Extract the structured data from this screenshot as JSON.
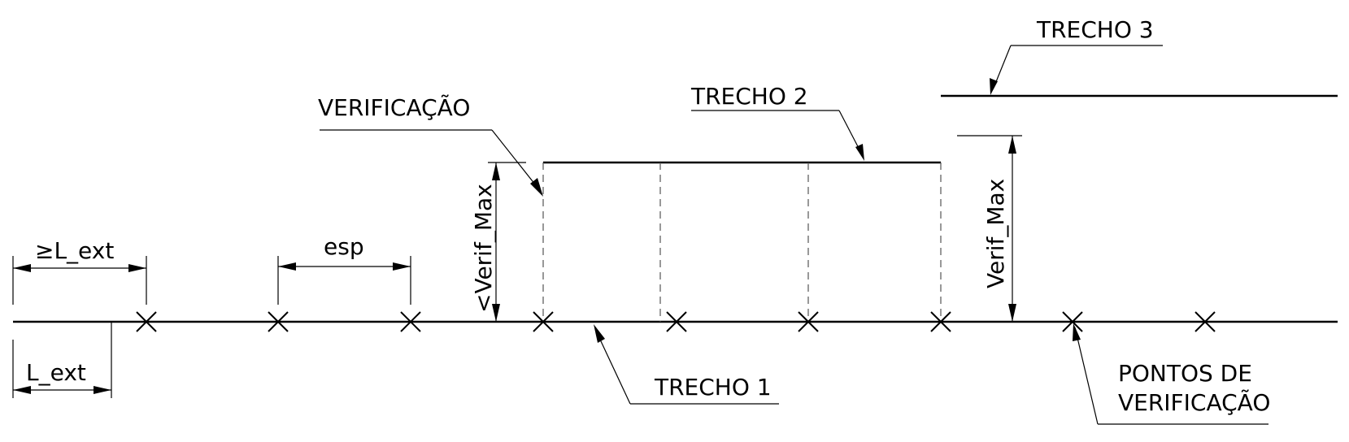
{
  "labels": {
    "trecho1": "TRECHO 1",
    "trecho2": "TRECHO 2",
    "trecho3": "TRECHO 3",
    "verificacao": "VERIFICAÇÃO",
    "pontos_line1": "PONTOS DE",
    "pontos_line2": "VERIFICAÇÃO",
    "ge_l_ext": "≥L_ext",
    "l_ext": "L_ext",
    "esp": "esp",
    "le_verif_max": "<Verif_Max",
    "verif_max": "Verif_Max"
  }
}
